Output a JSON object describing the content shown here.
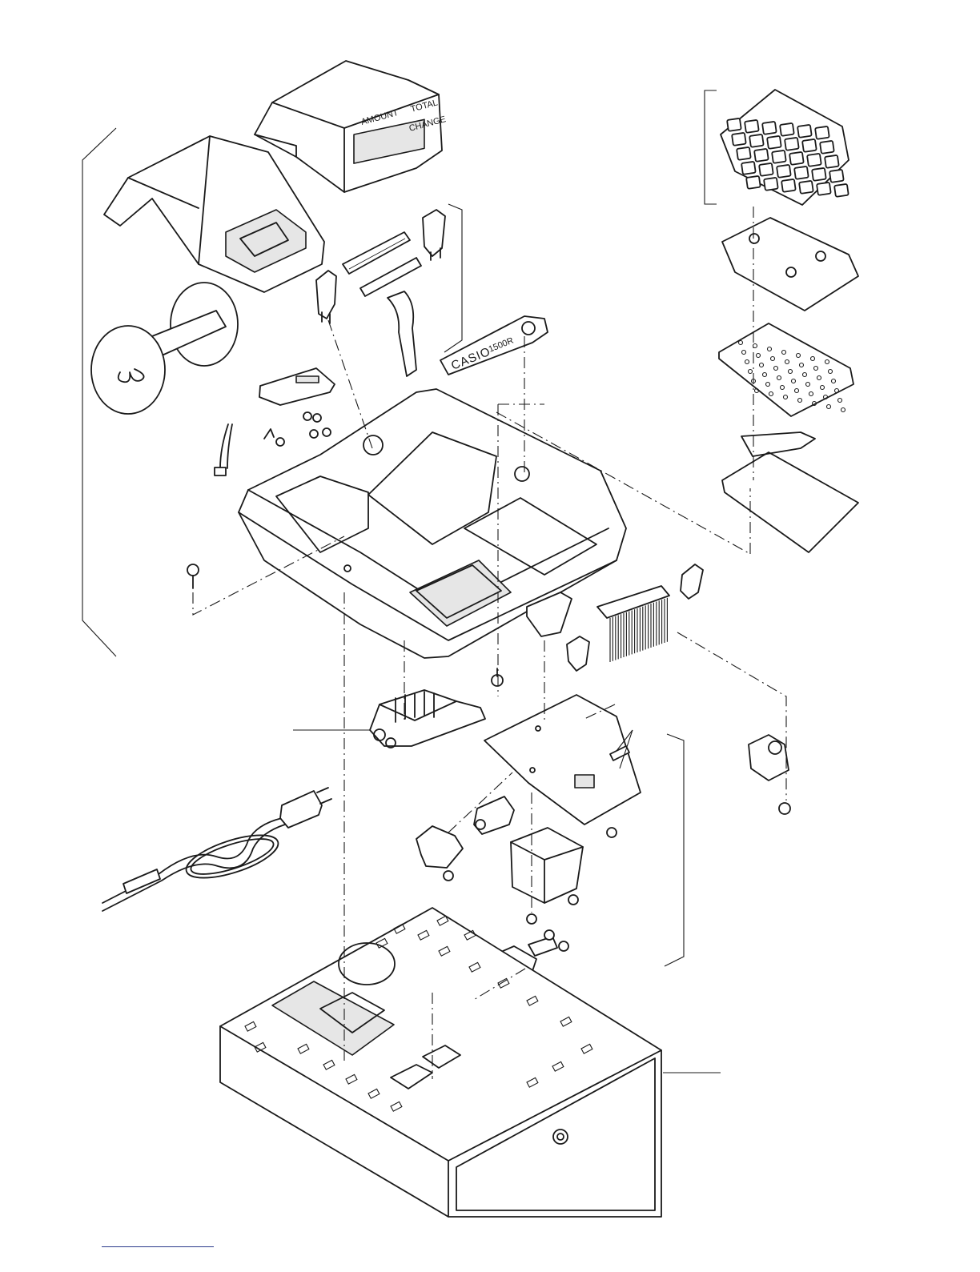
{
  "diagram": {
    "labels": {
      "display_cover": "AMOUNT",
      "display_cover_total": "TOTAL",
      "display_cover_change": "CHANGE",
      "nameplate_brand": "CASIO",
      "nameplate_model": "1500R"
    },
    "icons": {
      "keyboard": "keytop-assembly",
      "power_cord": "power-cord-plug",
      "drawer": "cash-drawer",
      "printer": "printer-mechanism",
      "screw": "screw-fastener"
    },
    "colors": {
      "line": "#1a1a1a",
      "paper": "#ffffff",
      "shade": "#e6e6e6",
      "footer_rule": "#2a3a8a"
    }
  }
}
